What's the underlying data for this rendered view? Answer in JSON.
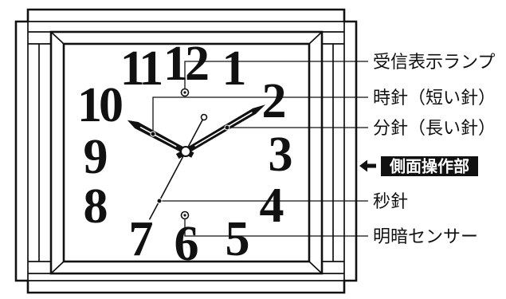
{
  "colors": {
    "ink": "#111111",
    "paper": "#ffffff",
    "label_box": "#111111",
    "label_box_text": "#ffffff"
  },
  "clock": {
    "numerals": [
      "12",
      "1",
      "2",
      "3",
      "4",
      "5",
      "6",
      "7",
      "8",
      "9",
      "10",
      "11"
    ]
  },
  "callouts": [
    {
      "label": "受信表示ランプ"
    },
    {
      "label": "時針（短い針）"
    },
    {
      "label": "分針（長い針）"
    },
    {
      "label": "秒針"
    },
    {
      "label": "明暗センサー"
    }
  ],
  "side_controls": {
    "icon": "arrow-left-icon",
    "label": "側面操作部"
  }
}
